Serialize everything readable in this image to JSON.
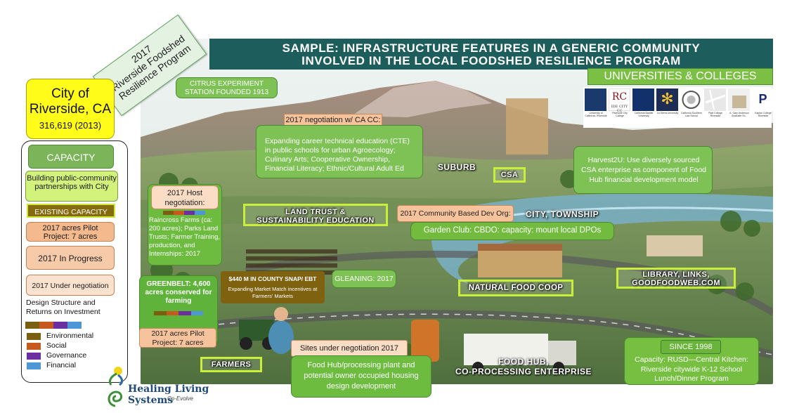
{
  "header": {
    "line1": "SAMPLE: INFRASTRUCTURE FEATURES IN A GENERIC COMMUNITY",
    "line2": "INVOLVED IN THE LOCAL FOODSHED RESILIENCE PROGRAM"
  },
  "program_card": {
    "line1": "2017",
    "line2": "Riverside  Foodshed",
    "line3": "Resilience Program"
  },
  "city": {
    "name_line1": "City of",
    "name_line2": "Riverside,  CA",
    "population": "316,619  (2013)"
  },
  "sidebar": {
    "capacity": "CAPACITY",
    "building": "Building public-community partnerships with City",
    "existing": "EXISTING CAPACITY",
    "pilot_line1": "2017 acres Pilot",
    "pilot_line2": "Project: 7 acres",
    "in_progress": "2017 In Progress",
    "under_negotiation": "2017 Under negotiation",
    "design_line1": "Design Structure and",
    "design_line2": "Returns on Investment",
    "legend": [
      {
        "label": "Environmental",
        "color": "#7a5f10"
      },
      {
        "label": "Social",
        "color": "#c65a1e"
      },
      {
        "label": "Governance",
        "color": "#6b2fa0"
      },
      {
        "label": "Financial",
        "color": "#4d97d6"
      }
    ]
  },
  "logo": {
    "title": "Healing Living Systems",
    "subtitle": "Co-Evolve"
  },
  "universities": {
    "title": "UNIVERSITIES & COLLEGES",
    "items": [
      {
        "caption": "University of California, Riverside",
        "color": "#1a3a6e"
      },
      {
        "caption": "Riverside City College",
        "color": "#8a1010",
        "mark": "RC",
        "sub": "IDE CITY CC"
      },
      {
        "caption": "California Baptist University",
        "color": "#12306a"
      },
      {
        "caption": "La Sierra University",
        "color": "#1e2d55"
      },
      {
        "caption": "California Southern Law School",
        "color": "#d8d8d8"
      },
      {
        "caption": "Platt College Riverside",
        "color": "#e8e8e8"
      },
      {
        "caption": "A. Gary Anderson Graduate Sc...",
        "color": "#f0f0f0"
      },
      {
        "caption": "Kaplan College Riverside",
        "color": "#ffffff",
        "mark": "P"
      }
    ]
  },
  "labels": {
    "citrus": "CITRUS EXPERIMENT STATION FOUNDED 1913",
    "nego_title": "2017 negotiation w/ CA CC: Workforce  Development",
    "cte": "Expanding career technical education (CTE) in public schools for urban Agroecology; Culinary Arts; Cooperative Ownership, Financial Literacy; Ethnic/Cultural Adult Ed",
    "suburb": "SUBURB",
    "csa": "CSA",
    "harvest": "Harvest2U: Use diversely sourced CSA enterprise as component of  Food Hub financial development model",
    "host_nego": "2017 Host negotiation:",
    "raincross": "Raincross Farms (ca: 200 acres); Parks Land Trusts; Farmer Training, production, and Internships: 2017",
    "land_trust_1": "LAND TRUST &",
    "land_trust_2": "SUSTAINABILITY EDUCATION",
    "community_org": "2017 Community Based Dev Org:",
    "city_township": "CITY, TOWNSHIP",
    "garden_club": "Garden Club: CBDO: capacity: mount local DPOs",
    "snap_title": "$440 M IN COUNTY  SNAP/ EBT",
    "snap_body": "Expanding Market Match incentives at Farmers' Markets",
    "gleaning": "GLEANING: 2017",
    "coop": "NATURAL FOOD COOP",
    "library_1": "LIBRARY, LINKS,",
    "library_2": "GOODFOODWEB.COM",
    "greenbelt": "GREENBELT: 4,600 acres conserved for farming",
    "pilot2_line1": "2017 acres Pilot",
    "pilot2_line2": "Project: 7 acres",
    "farmers": "FARMERS",
    "sites_title": "Sites under  negotiation  2017",
    "sites_body": "Food Hub/processing plant and potential owner occupied housing design development",
    "food_hub_1": "FOOD HUB,",
    "food_hub_2": "CO-PROCESSING ENTERPRISE",
    "since": "SINCE 1998",
    "rusd": "Capacity: RUSD—Central Kitchen: Riverside citywide K-12 School Lunch/Dinner Program"
  }
}
